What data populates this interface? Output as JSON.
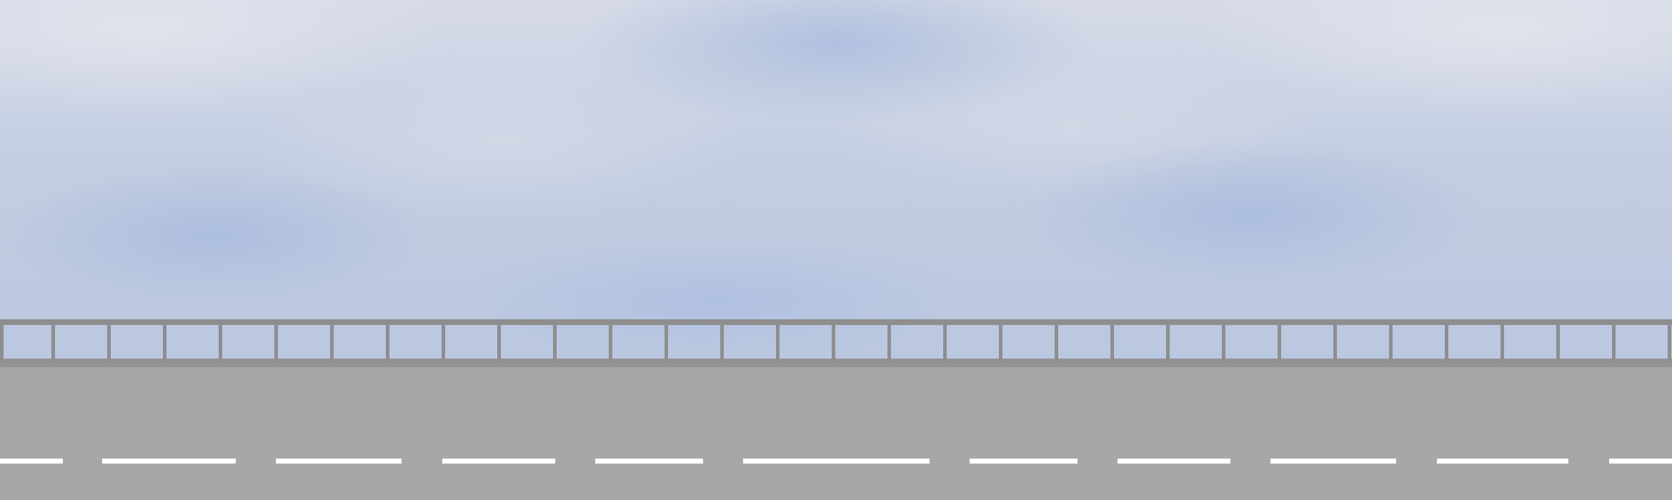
{
  "scene": {
    "type": "side-scrolling road scene",
    "elements": [
      "sky",
      "bridge-railing",
      "road",
      "lane-markings"
    ]
  },
  "colors": {
    "sky_light": "#dcdfe9",
    "sky_blue": "#b3c2df",
    "railing": "#8e8e8e",
    "railing_bottom": "#929292",
    "road": "#a7a7a7",
    "lane_marking": "#ffffff"
  }
}
